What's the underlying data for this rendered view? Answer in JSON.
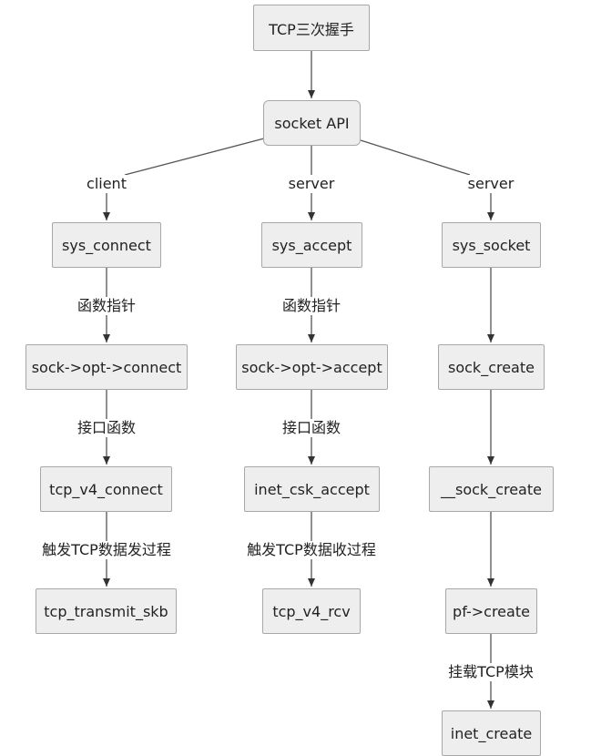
{
  "nodes": {
    "root": "TCP三次握手",
    "socket_api": "socket API",
    "sys_connect": "sys_connect",
    "sock_opt_connect": "sock->opt->connect",
    "tcp_v4_connect": "tcp_v4_connect",
    "tcp_transmit_skb": "tcp_transmit_skb",
    "sys_accept": "sys_accept",
    "sock_opt_accept": "sock->opt->accept",
    "inet_csk_accept": "inet_csk_accept",
    "tcp_v4_rcv": "tcp_v4_rcv",
    "sys_socket": "sys_socket",
    "sock_create": "sock_create",
    "__sock_create": "__sock_create",
    "pf_create": "pf->create",
    "inet_create": "inet_create"
  },
  "edge_labels": {
    "client": "client",
    "server_accept": "server",
    "server_socket": "server",
    "fn_pointer_left": "函数指针",
    "iface_fn_left": "接口函数",
    "trigger_send": "触发TCP数据发过程",
    "fn_pointer_mid": "函数指针",
    "iface_fn_mid": "接口函数",
    "trigger_recv": "触发TCP数据收过程",
    "mount_tcp": "挂载TCP模块"
  },
  "colors": {
    "node_fill": "#eeeeee",
    "node_border": "#a8a8a8",
    "edge": "#555555",
    "text": "#222222"
  }
}
